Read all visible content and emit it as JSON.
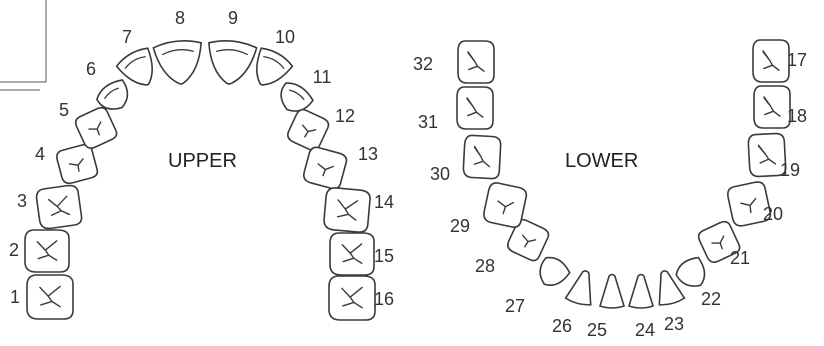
{
  "upper": {
    "label": "UPPER",
    "teeth": [
      {
        "number": "1",
        "kind": "molar"
      },
      {
        "number": "2",
        "kind": "molar"
      },
      {
        "number": "3",
        "kind": "molar"
      },
      {
        "number": "4",
        "kind": "premolar"
      },
      {
        "number": "5",
        "kind": "premolar"
      },
      {
        "number": "6",
        "kind": "canine"
      },
      {
        "number": "7",
        "kind": "incisor"
      },
      {
        "number": "8",
        "kind": "incisor"
      },
      {
        "number": "9",
        "kind": "incisor"
      },
      {
        "number": "10",
        "kind": "incisor"
      },
      {
        "number": "11",
        "kind": "canine"
      },
      {
        "number": "12",
        "kind": "premolar"
      },
      {
        "number": "13",
        "kind": "premolar"
      },
      {
        "number": "14",
        "kind": "molar"
      },
      {
        "number": "15",
        "kind": "molar"
      },
      {
        "number": "16",
        "kind": "molar"
      }
    ]
  },
  "lower": {
    "label": "LOWER",
    "teeth": [
      {
        "number": "17",
        "kind": "molar"
      },
      {
        "number": "18",
        "kind": "molar"
      },
      {
        "number": "19",
        "kind": "molar"
      },
      {
        "number": "20",
        "kind": "premolar"
      },
      {
        "number": "21",
        "kind": "premolar"
      },
      {
        "number": "22",
        "kind": "canine"
      },
      {
        "number": "23",
        "kind": "incisor"
      },
      {
        "number": "24",
        "kind": "incisor"
      },
      {
        "number": "25",
        "kind": "incisor"
      },
      {
        "number": "26",
        "kind": "incisor"
      },
      {
        "number": "27",
        "kind": "canine"
      },
      {
        "number": "28",
        "kind": "premolar"
      },
      {
        "number": "29",
        "kind": "premolar"
      },
      {
        "number": "30",
        "kind": "molar"
      },
      {
        "number": "31",
        "kind": "molar"
      },
      {
        "number": "32",
        "kind": "molar"
      }
    ]
  }
}
